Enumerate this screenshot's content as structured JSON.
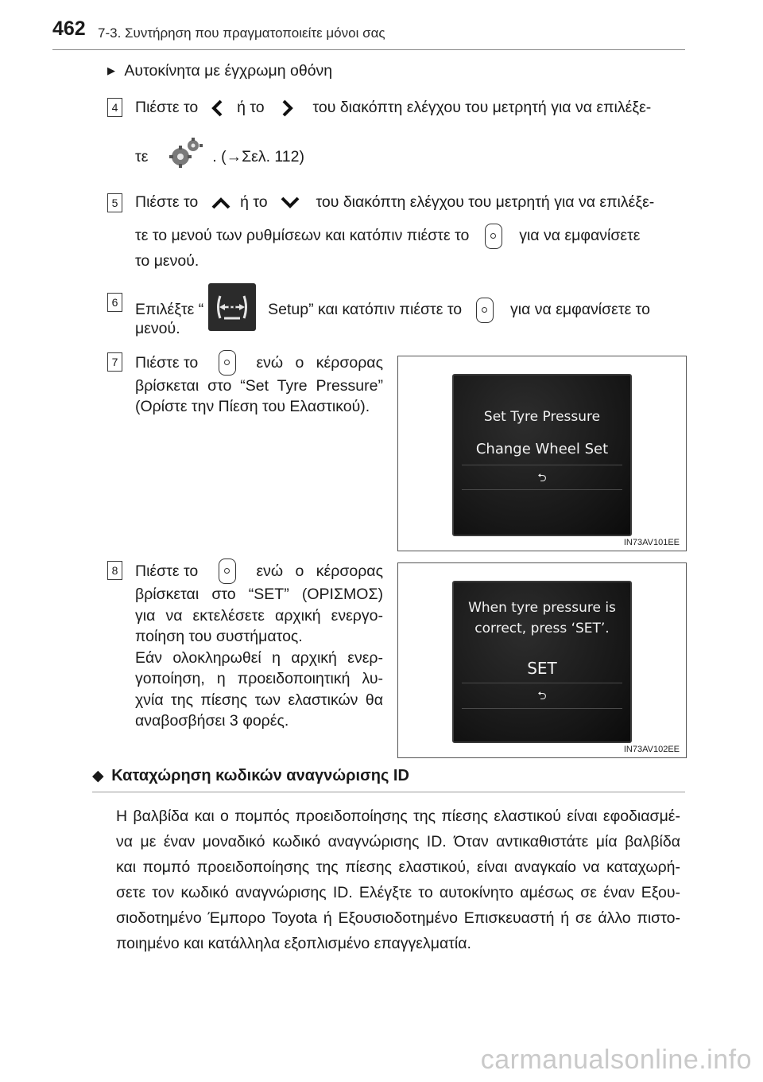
{
  "header": {
    "page_number": "462",
    "section_title": "7-3. Συντήρηση που πραγματοποιείτε μόνοι σας"
  },
  "subheading": "Αυτοκίνητα με έγχρωμη οθόνη",
  "steps": [
    {
      "number": "4",
      "line1_a": "Πιέστε το",
      "line1_b": "ή το",
      "line1_c": "του διακόπτη ελέγχου του μετρητή για να επιλέξε-",
      "line2_a": "τε",
      "line2_b": ". (→Σελ. 112)",
      "icons": [
        "chevron-left-icon",
        "chevron-right-icon",
        "settings-gears-icon"
      ]
    },
    {
      "number": "5",
      "line1_a": "Πιέστε το",
      "line1_b": "ή το",
      "line1_c": "του διακόπτη ελέγχου του μετρητή για να επιλέξε-",
      "line2_a": "τε το μενού των ρυθμίσεων και κατόπιν πιέστε το",
      "line2_b": "για να εμφανίσετε",
      "line3": "το μενού.",
      "icons": [
        "chevron-up-icon",
        "chevron-down-icon",
        "enter-button-icon"
      ]
    },
    {
      "number": "6",
      "line1_a": "Επιλέξτε “",
      "line1_b": "Setup” και κατόπιν πιέστε το",
      "line1_c": "για να εμφανίσετε το",
      "line2": "μενού.",
      "icons": [
        "tire-pressure-warning-icon",
        "enter-button-icon"
      ]
    },
    {
      "number": "7",
      "line1_a": "Πιέστε το",
      "line1_b": "ενώ ο κέρσορας",
      "line2": "βρίσκεται στο “Set Tyre Pressure”",
      "line3": "(Ορίστε την Πίεση του Ελαστικού).",
      "screen": {
        "item1": "Set Tyre Pressure",
        "item2": "Change Wheel Set",
        "back_glyph": "⮌",
        "image_code": "IN73AV101EE"
      }
    },
    {
      "number": "8",
      "line1_a": "Πιέστε το",
      "line1_b": "ενώ ο κέρσορας",
      "lines": [
        "βρίσκεται στο “SET” (ΟΡΙΣΜΟΣ)",
        "για να εκτελέσετε αρχική ενεργο-",
        "ποίηση του συστήματος.",
        "Εάν ολοκληρωθεί η αρχική ενερ-",
        "γοποίηση, η προειδοποιητική λυ-",
        "χνία της πίεσης των ελαστικών θα",
        "αναβοσβήσει 3 φορές."
      ],
      "screen": {
        "msg1": "When tyre pressure is",
        "msg2": "correct, press ‘SET’.",
        "item": "SET",
        "back_glyph": "⮌",
        "image_code": "IN73AV102EE"
      }
    }
  ],
  "id_section": {
    "heading": "Καταχώρηση κωδικών αναγνώρισης ID",
    "paragraph": [
      "Η βαλβίδα και ο πομπός προειδοποίησης της πίεσης ελαστικού είναι εφοδιασμέ-",
      "να με έναν μοναδικό κωδικό αναγνώρισης ID. Όταν αντικαθιστάτε μία βαλβίδα",
      "και πομπό προειδοποίησης της πίεσης ελαστικού, είναι αναγκαίο να καταχωρή-",
      "σετε τον κωδικό αναγνώρισης ID. Ελέγξτε το αυτοκίνητο αμέσως σε έναν Εξου-",
      "σιοδοτημένο Έμπορο Toyota ή Εξουσιοδοτημένο Επισκευαστή ή σε άλλο πιστο-",
      "ποιημένο και κατάλληλα εξοπλισμένο επαγγελματία."
    ]
  },
  "watermark": "carmanualsonline.info",
  "colors": {
    "screen_bg": "#161616",
    "rule": "#9a9a9a",
    "text": "#1a1a1a"
  }
}
